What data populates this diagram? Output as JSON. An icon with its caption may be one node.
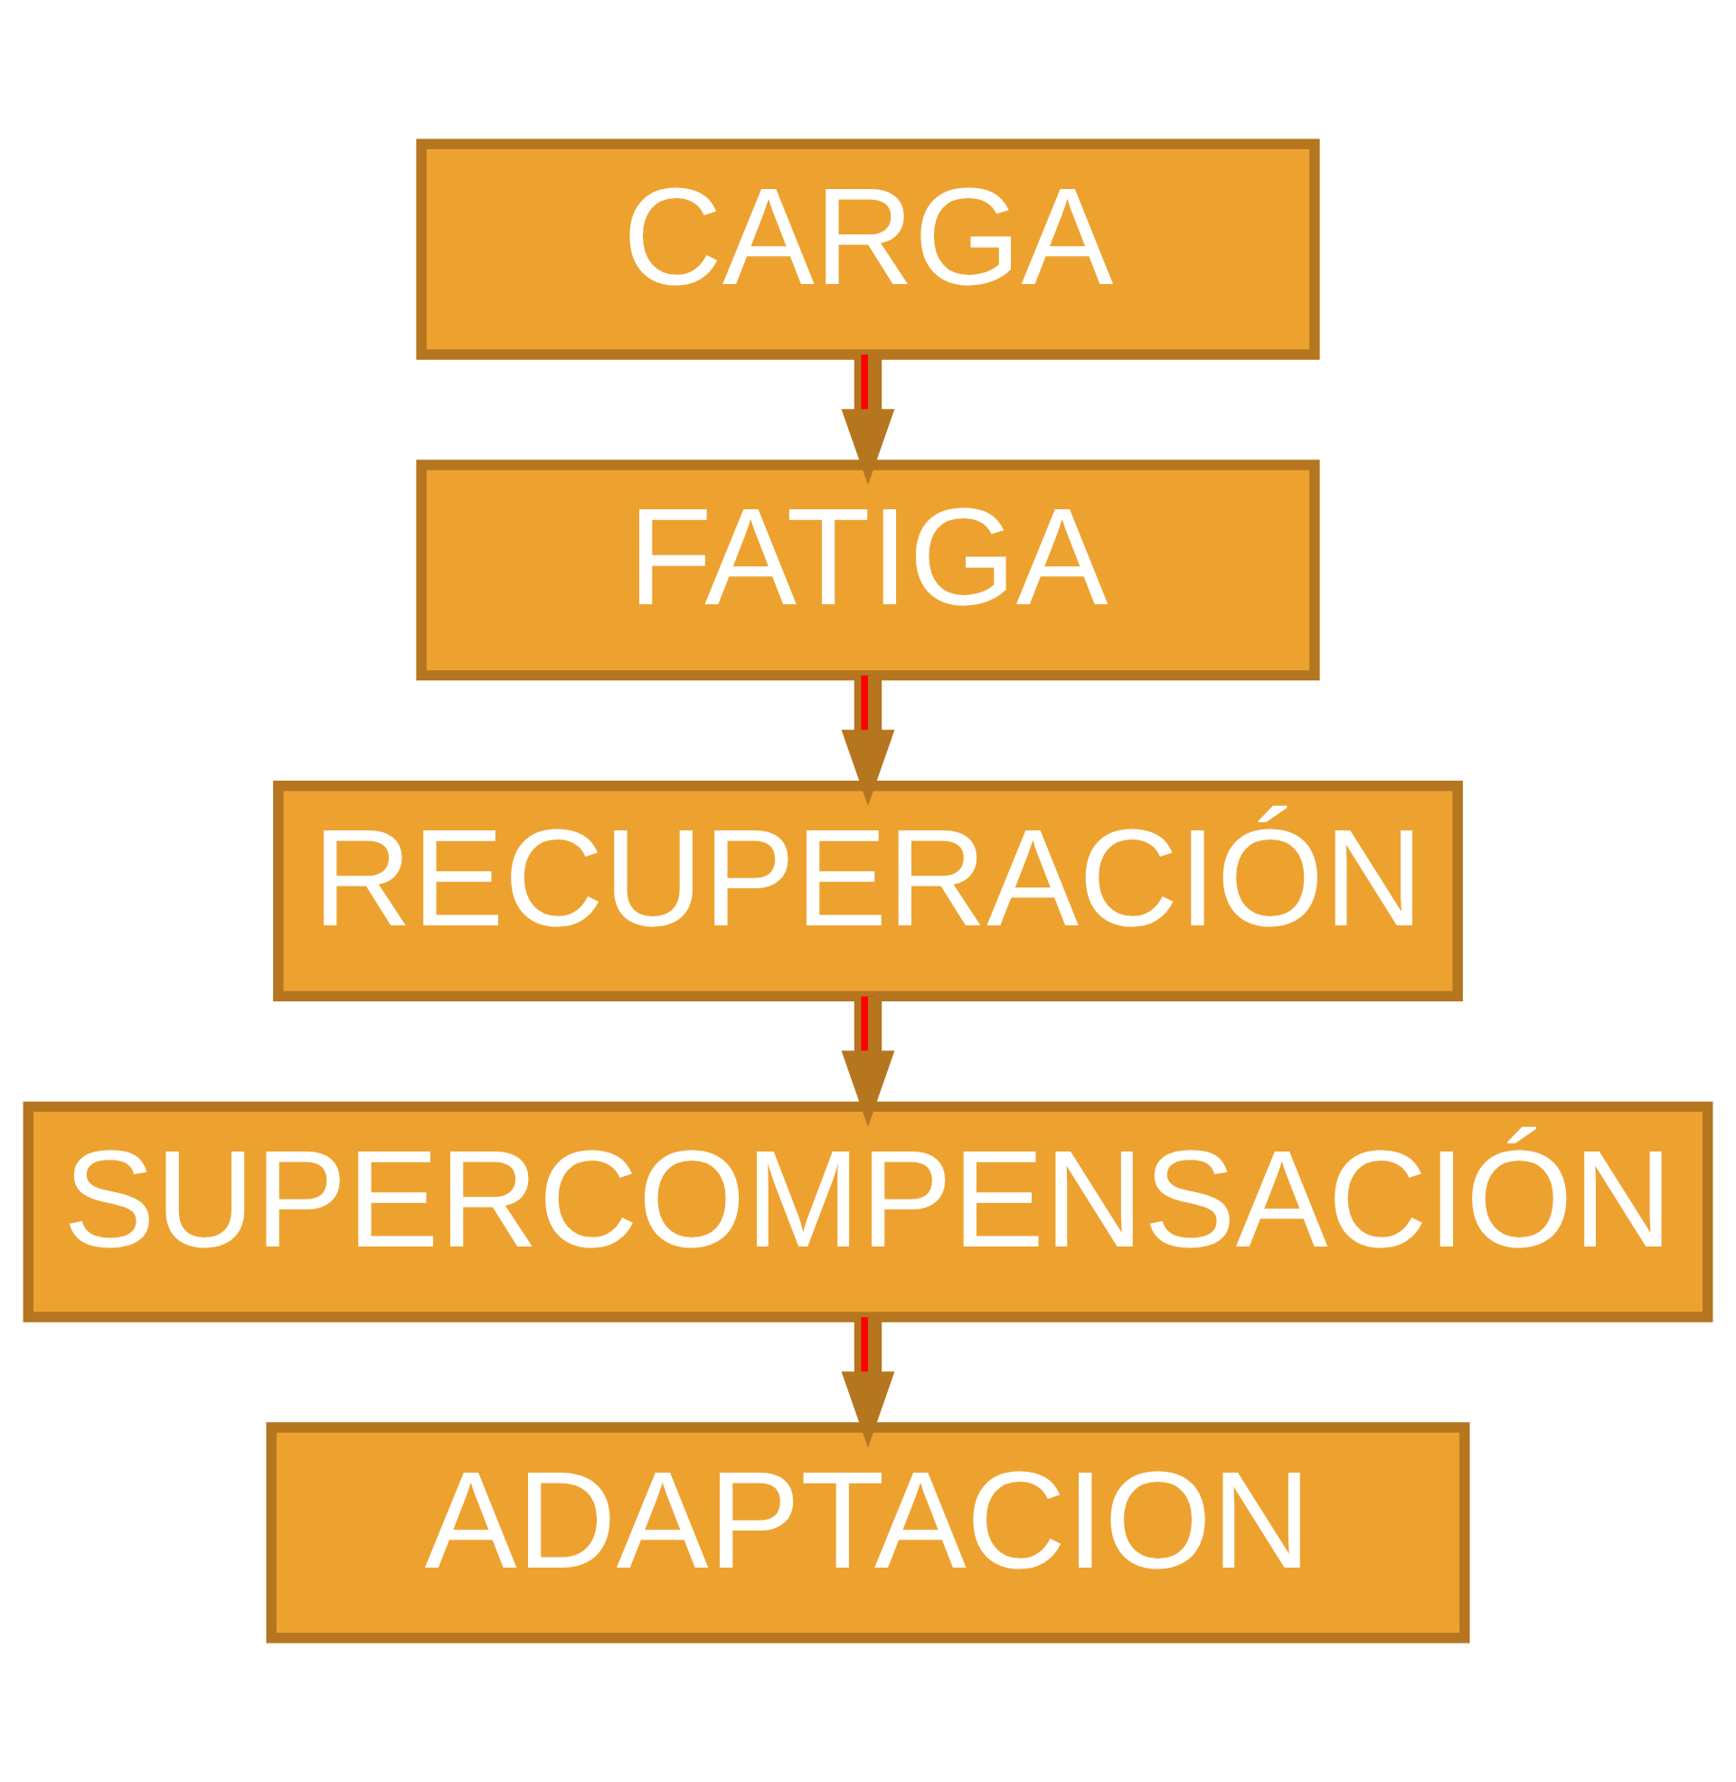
{
  "diagram": {
    "nodes": [
      {
        "text": [
          "CARGA"
        ]
      },
      {
        "text": [
          "FATIGA"
        ]
      },
      {
        "text": [
          "RECUPERACIÓN"
        ]
      },
      {
        "text": [
          "SUPERCOMPENSACIÓN"
        ]
      },
      {
        "text": [
          "ADAPTACION"
        ]
      }
    ],
    "edges": [
      {
        "from": 0,
        "to": 1,
        "arrow": "to"
      },
      {
        "from": 1,
        "to": 2,
        "arrow": "to"
      },
      {
        "from": 2,
        "to": 3,
        "arrow": "to"
      },
      {
        "from": 3,
        "to": 4,
        "arrow": "to"
      }
    ]
  }
}
